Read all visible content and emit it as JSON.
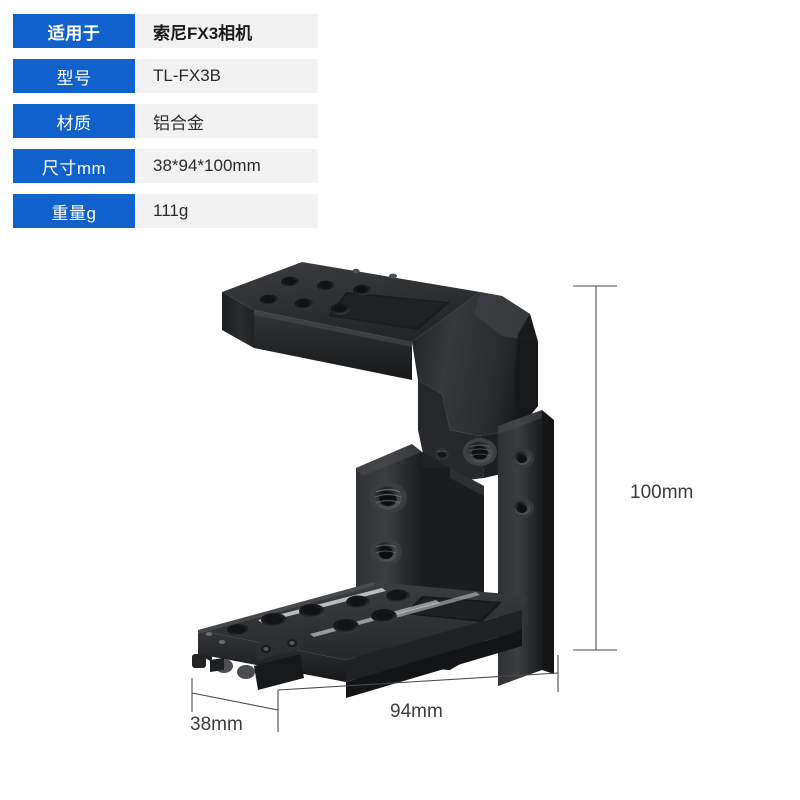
{
  "spec_table": {
    "rows": [
      {
        "label": "适用于",
        "value": "索尼FX3相机",
        "highlight": true
      },
      {
        "label": "型号",
        "value": "TL-FX3B",
        "highlight": false
      },
      {
        "label": "材质",
        "value": "铝合金",
        "highlight": false
      },
      {
        "label": "尺寸mm",
        "value": "38*94*100mm",
        "highlight": false
      },
      {
        "label": "重量g",
        "value": "111g",
        "highlight": false
      }
    ],
    "label_bg_color": "#1161cd",
    "label_text_color": "#ffffff",
    "value_bg_color": "#f2f2f2",
    "value_text_color": "#2b2b2b"
  },
  "product": {
    "name": "sony-fx3-half-cage",
    "body_color": "#2b2b2d",
    "highlight_color": "#55575a",
    "shadow_color": "#141416"
  },
  "dimensions": {
    "height_label": "100mm",
    "depth_label": "38mm",
    "width_label": "94mm",
    "line_color": "#4a4a4a",
    "text_color": "#3c3c3c"
  }
}
